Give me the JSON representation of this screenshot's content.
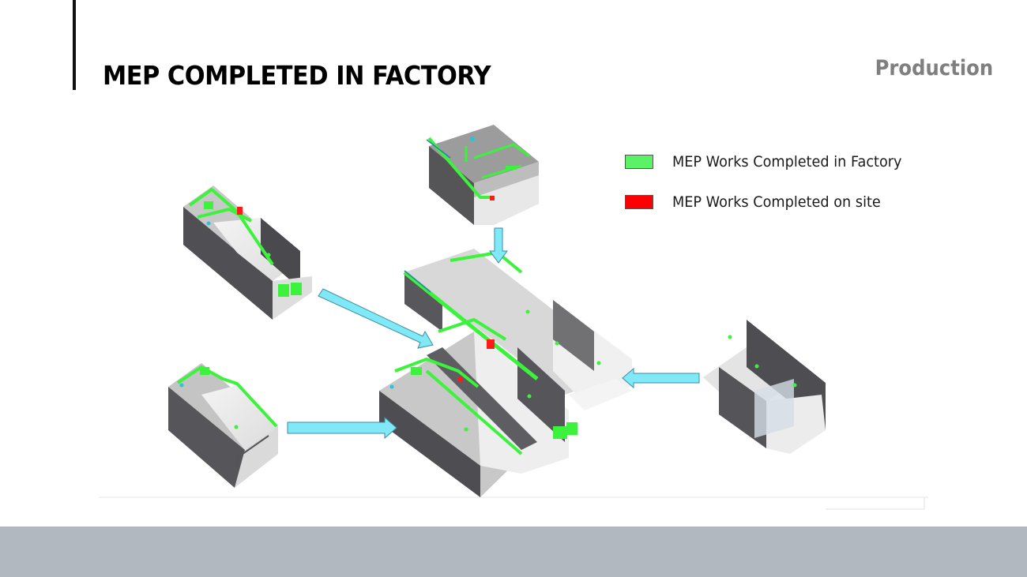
{
  "slide": {
    "title": "MEP COMPLETED IN FACTORY",
    "section_label": "Production"
  },
  "legend": {
    "items": [
      {
        "label": "MEP Works Completed in Factory",
        "color": "#5cf265"
      },
      {
        "label": "MEP Works Completed on site",
        "color": "#ff0000"
      }
    ]
  },
  "diagram": {
    "description": "Isometric modular units assembled into a single apartment",
    "modules": [
      {
        "name": "module-top"
      },
      {
        "name": "module-left-upper"
      },
      {
        "name": "module-left-lower"
      },
      {
        "name": "module-right"
      },
      {
        "name": "assembled-unit"
      }
    ],
    "arrow_color": "#7fe8f5",
    "factory_color": "#3df23d",
    "site_color": "#ff1a1a",
    "wall_color": "#4a4a4e"
  }
}
